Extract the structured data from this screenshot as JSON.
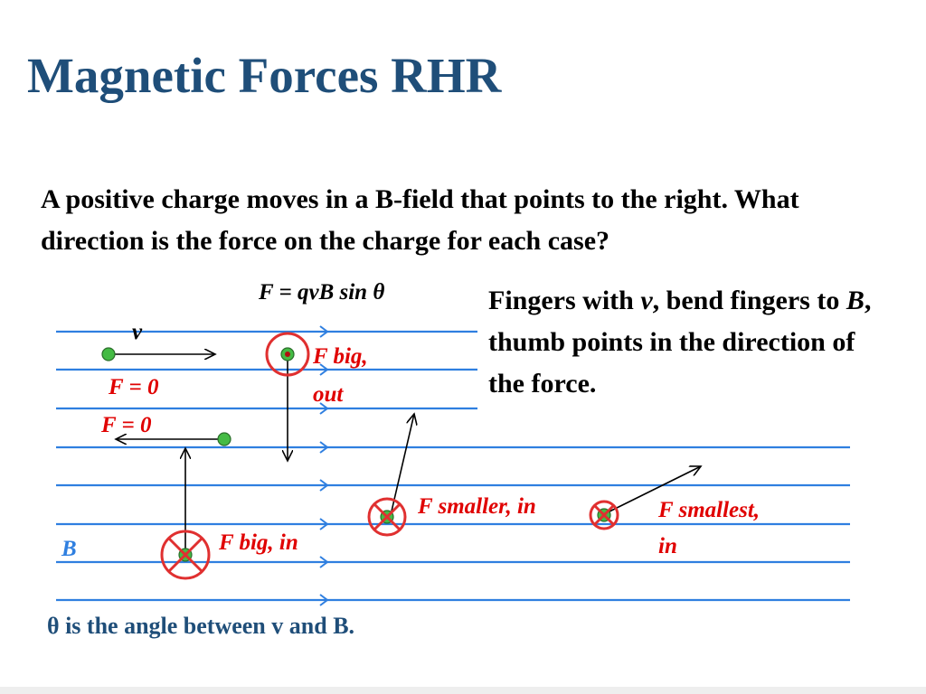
{
  "slide": {
    "title": "Magnetic Forces RHR",
    "question": "A positive charge  moves in a B-field that points to the right.  What direction is the force on the charge for each case?",
    "formula": "F = qvB sin  θ",
    "rule": {
      "part1": "Fingers with ",
      "v": "v",
      "part2": ", bend fingers to ",
      "b": "B",
      "part3": ", thumb points in the direction of the force."
    },
    "note": "θ is the angle between v and B."
  },
  "labels": {
    "v": "v",
    "b_field": "B",
    "case1": "F = 0",
    "case2": "F = 0",
    "case3_line1": "F big,",
    "case3_line2": "out",
    "case4": "F big, in",
    "case5": "F smaller, in",
    "case6_line1": "F smallest,",
    "case6_line2": "in"
  },
  "colors": {
    "title": "#1f4e79",
    "field_lines": "#2f7fe0",
    "force_labels": "#e00000",
    "charge": "#44bb44"
  }
}
